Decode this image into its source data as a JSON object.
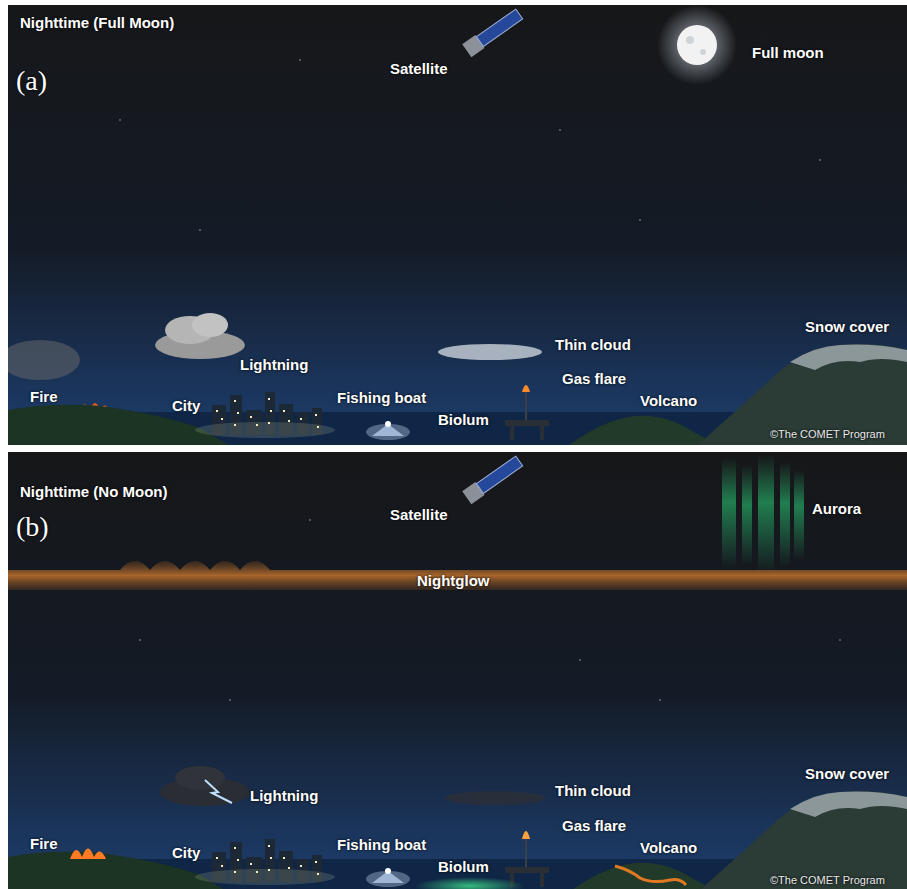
{
  "diagram": {
    "labels": [
      "Nighttime (Full Moon)",
      "(a)",
      "Satellite",
      "Full moon",
      "Lightning",
      "Thin cloud",
      "Snow cover",
      "Gas flare",
      "Fire",
      "City",
      "Fishing boat",
      "Volcano",
      "Biolum",
      "©The COMET Program",
      "Nighttime (No Moon)",
      "(b)",
      "Satellite",
      "Aurora",
      "Nightglow",
      "Lightning",
      "Thin cloud",
      "Snow cover",
      "Gas flare",
      "Fire",
      "City",
      "Fishing boat",
      "Volcano",
      "Biolum",
      "©The COMET Program"
    ]
  }
}
